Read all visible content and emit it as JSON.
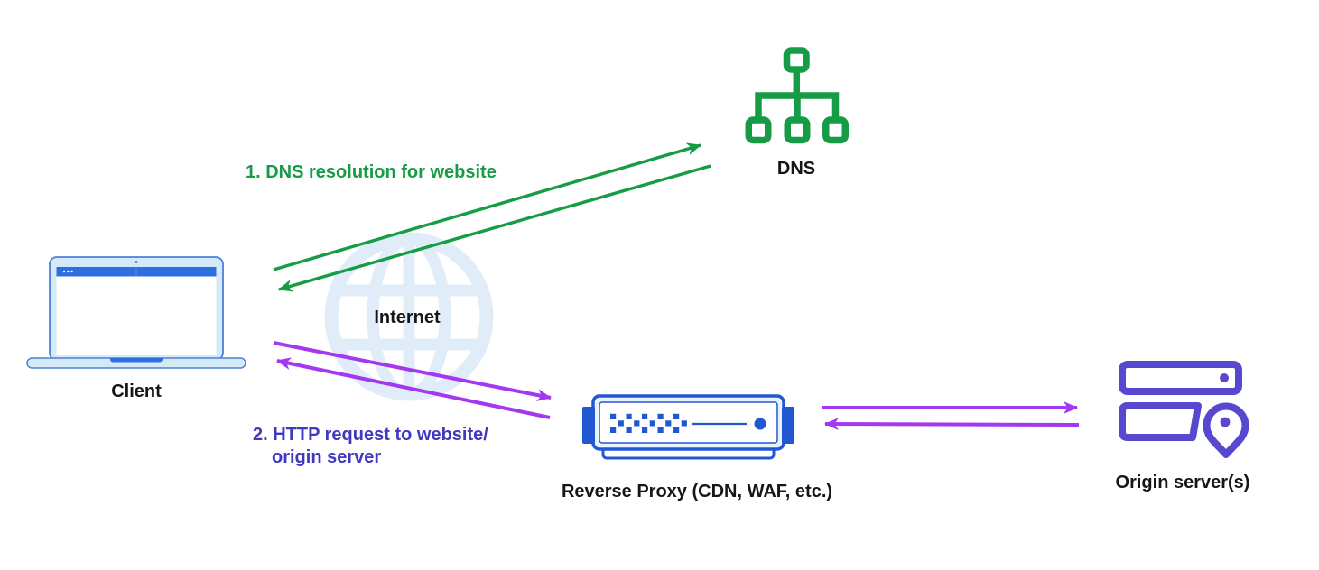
{
  "diagram": {
    "labels": {
      "client": "Client",
      "internet": "Internet",
      "dns": "DNS",
      "reverse_proxy": "Reverse Proxy (CDN, WAF, etc.)",
      "origin": "Origin server(s)",
      "step1": "1. DNS resolution for website",
      "step2_line1": "2. HTTP request to website/",
      "step2_line2": "origin server"
    },
    "colors": {
      "green": "#169c45",
      "purple": "#a238f0",
      "indigo": "#4038c0",
      "origin_purple": "#5848cf",
      "proxy_blue": "#2158d2",
      "laptop_border": "#4d80d8",
      "laptop_blue": "#2e6fe0",
      "laptop_fill": "#d5eaf8",
      "globe": "#e0edf8",
      "text": "#161616"
    }
  }
}
